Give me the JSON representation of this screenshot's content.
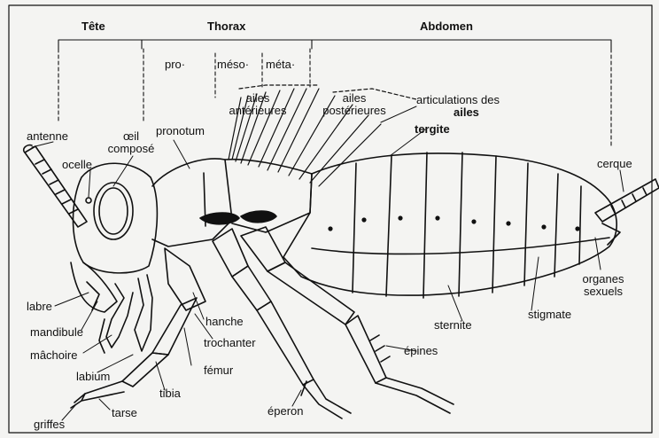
{
  "regions": {
    "tete": "Tête",
    "thorax": "Thorax",
    "abdomen": "Abdomen"
  },
  "thorax_segments": {
    "pro": "pro·",
    "meso": "méso·",
    "meta": "méta·"
  },
  "labels": {
    "antenne": "antenne",
    "oeil_line1": "œil",
    "oeil_line2": "composé",
    "ocelle": "ocelle",
    "pronotum": "pronotum",
    "ailes_ant_line1": "ailes",
    "ailes_ant_line2": "antérieures",
    "ailes_post_line1": "ailes",
    "ailes_post_line2": "postérieures",
    "articulations_line1": "articulations des",
    "articulations_line2": "ailes",
    "tergite": "tergite",
    "cerque": "cerque",
    "organes_line1": "organes",
    "organes_line2": "sexuels",
    "labre": "labre",
    "mandibule": "mandibule",
    "machoire": "mâchoire",
    "labium": "labium",
    "griffes": "griffes",
    "tarse": "tarse",
    "tibia": "tibia",
    "femur": "fémur",
    "trochanter": "trochanter",
    "hanche": "hanche",
    "sternite": "sternite",
    "stigmate": "stigmate",
    "epines": "épines",
    "eperon": "éperon"
  },
  "colors": {
    "ink": "#111111",
    "paper": "#f4f4f2"
  }
}
